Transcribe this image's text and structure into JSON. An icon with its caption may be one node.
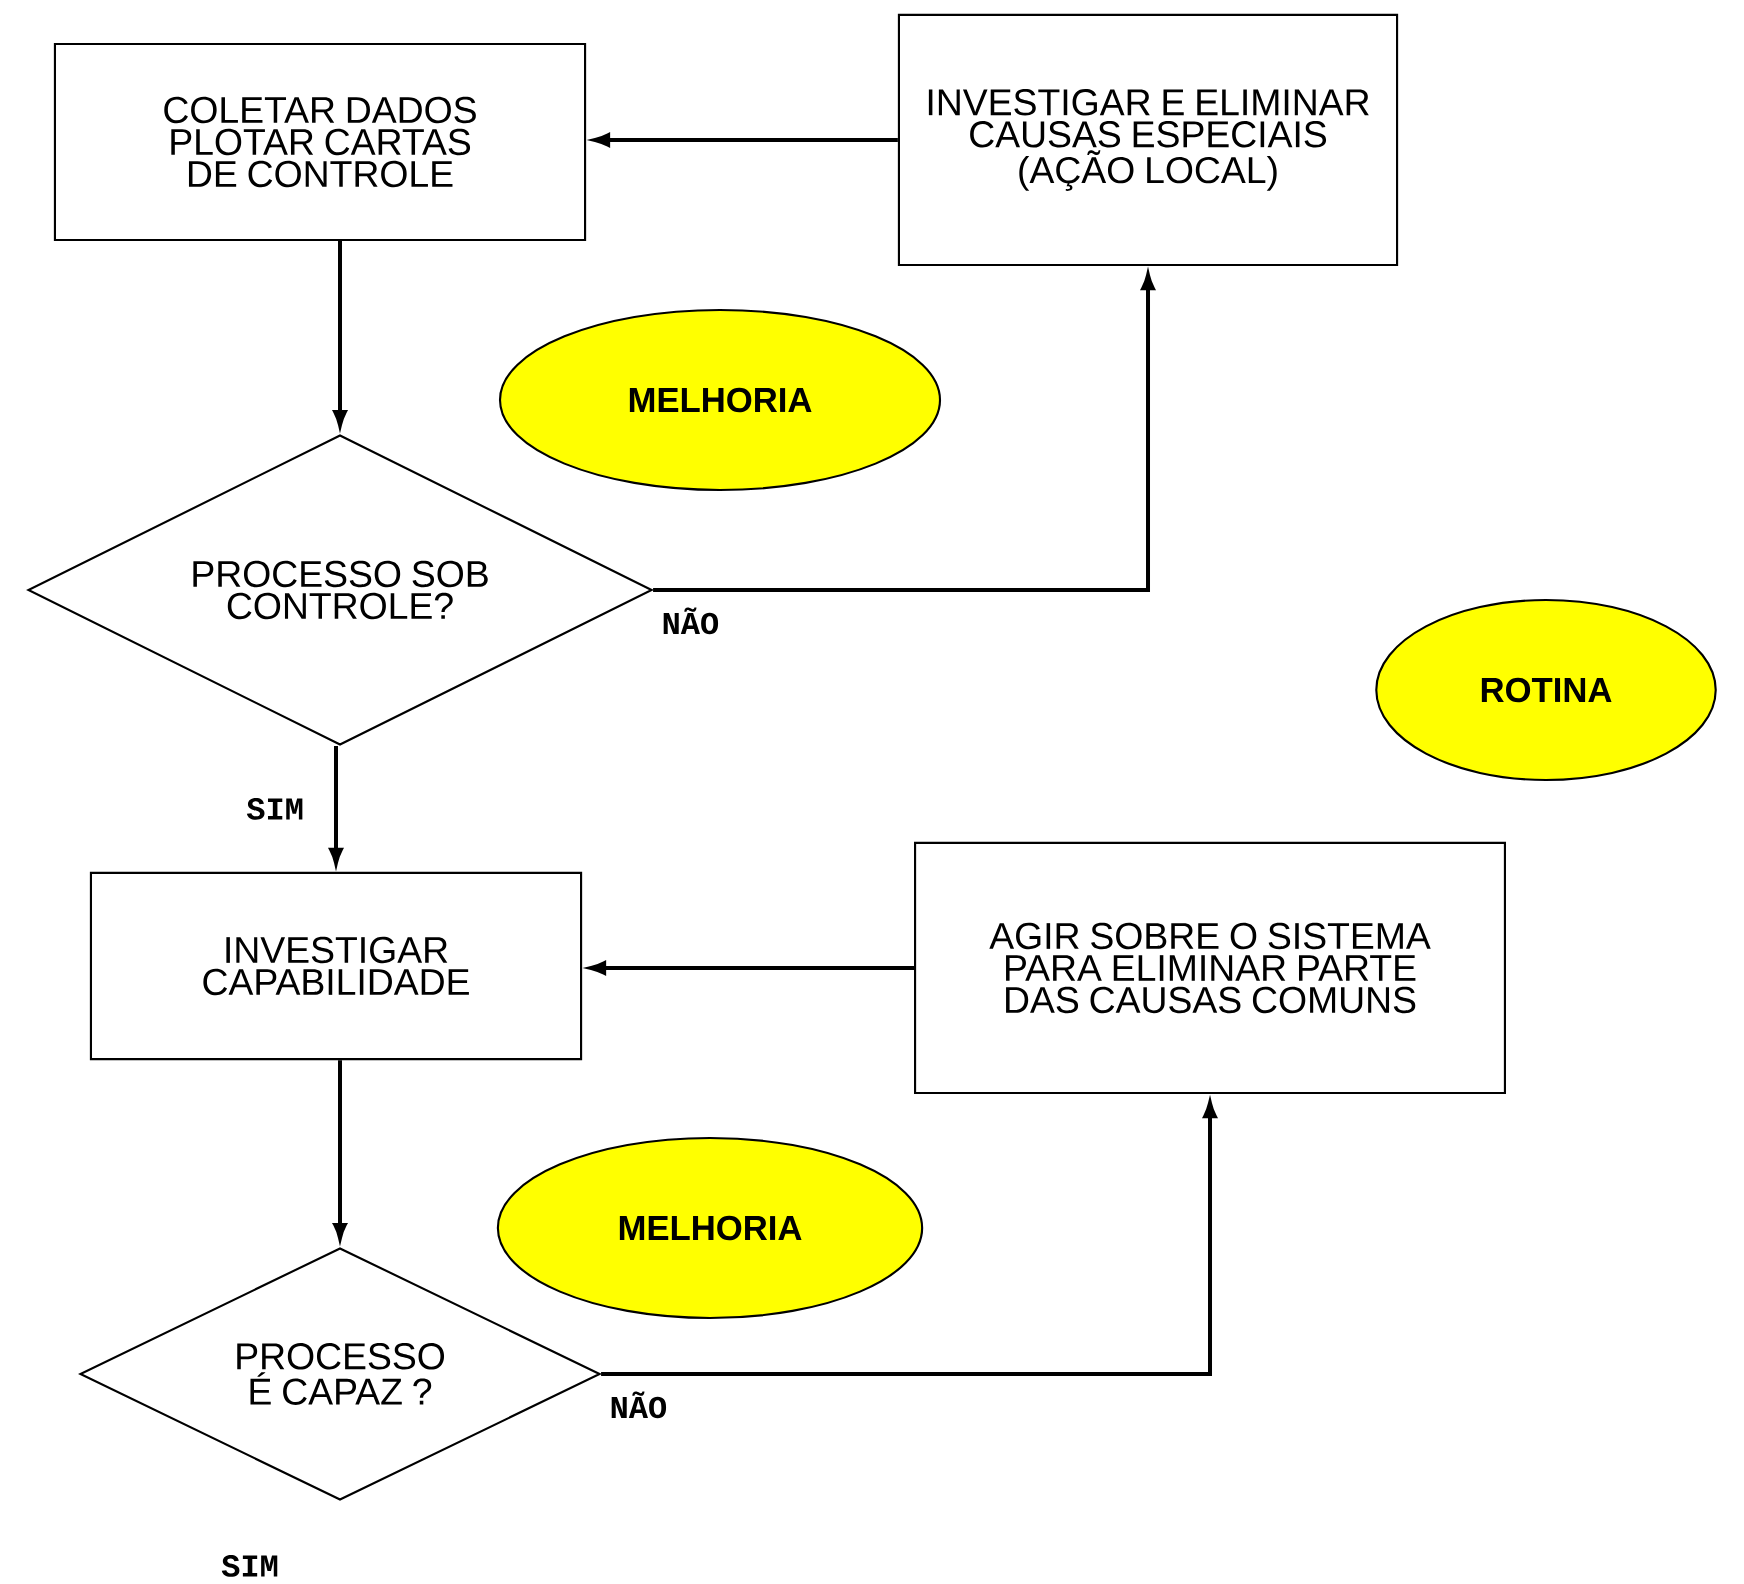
{
  "diagram": {
    "nodes": [
      {
        "text": [
          "COLETAR DADOS PLOTAR CARTAS DE CONTROLE"
        ]
      },
      {
        "text": [
          "INVESTIGAR E ELIMINAR CAUSAS ESPECIAIS (AÇÃO LOCAL)"
        ]
      },
      {
        "text": [
          "PROCESSO SOB CONTROLE?"
        ]
      },
      {
        "text": [
          "INVESTIGAR CAPABILIDADE"
        ]
      },
      {
        "text": [
          "AGIR SOBRE O SISTEMA PARA ELIMINAR PARTE DAS CAUSAS COMUNS"
        ]
      },
      {
        "text": [
          "PROCESSO É CAPAZ ?"
        ]
      },
      {
        "text": [
          "MELHORIA"
        ]
      },
      {
        "text": [
          "ROTINA"
        ]
      },
      {
        "text": [
          "MELHORIA"
        ]
      }
    ],
    "edges": [
      {
        "from": 0,
        "to": 2,
        "arrow": "to"
      },
      {
        "from": 2,
        "to": 1,
        "arrow": "to",
        "label": "NÃO"
      },
      {
        "from": 1,
        "to": 0,
        "arrow": "to"
      },
      {
        "from": 2,
        "to": 3,
        "arrow": "to",
        "label": "SIM"
      },
      {
        "from": 3,
        "to": 5,
        "arrow": "to"
      },
      {
        "from": 5,
        "to": 4,
        "arrow": "to",
        "label": "NÃO"
      },
      {
        "from": 4,
        "to": 3,
        "arrow": "to"
      }
    ],
    "labels": [
      "SIM"
    ]
  }
}
